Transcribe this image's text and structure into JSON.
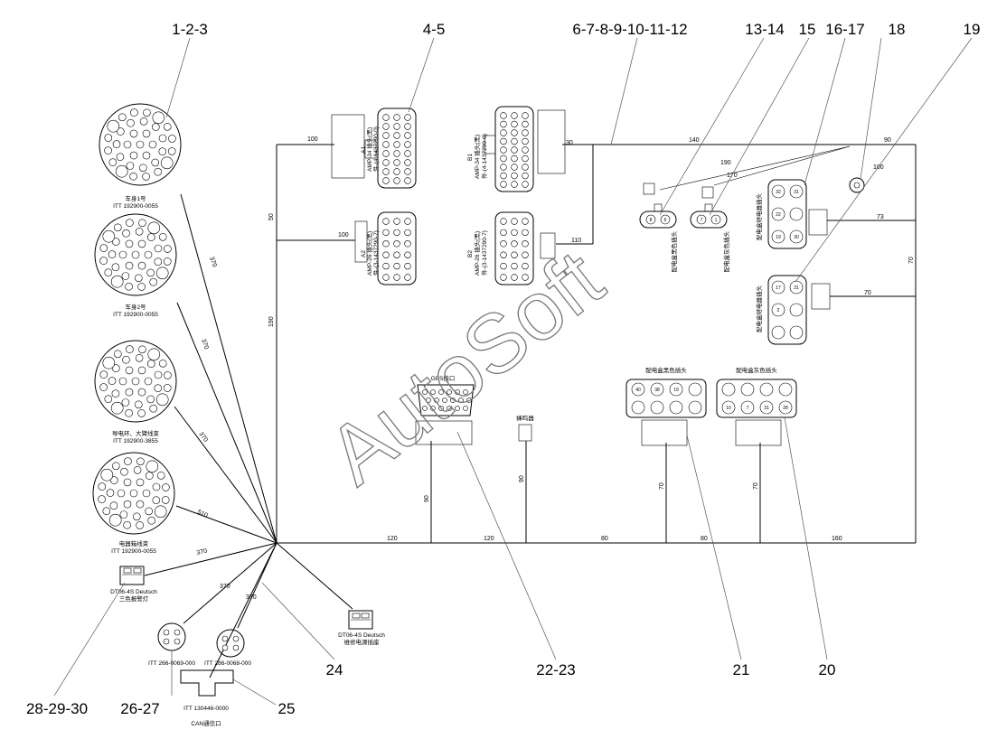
{
  "callouts": {
    "c1": "1-2-3",
    "c2": "4-5",
    "c3": "6-7-8-9-10-11-12",
    "c4": "13-14",
    "c5": "15",
    "c6": "16-17",
    "c7": "18",
    "c8": "19",
    "c9": "20",
    "c10": "21",
    "c11": "22-23",
    "c12": "24",
    "c13": "25",
    "c14": "26-27",
    "c15": "28-29-30"
  },
  "dims": {
    "d100a": "100",
    "d100b": "100",
    "d50": "50",
    "d190": "190",
    "d140": "140",
    "d90a": "90",
    "d190b": "190",
    "d170": "170",
    "d100c": "100",
    "d110": "110",
    "d73": "73",
    "d70a": "70",
    "d70b": "70",
    "d120a": "120",
    "d120b": "120",
    "d80a": "80",
    "d80b": "80",
    "d160": "160",
    "d90b": "90",
    "d90c": "90",
    "d70c": "70",
    "d70d": "70",
    "d370a": "370",
    "d370b": "370",
    "d370c": "370",
    "d510": "510",
    "d370d": "370",
    "d370e": "370",
    "d370f": "370",
    "d30": "30"
  },
  "labels": {
    "round1_name": "车身1号",
    "round1_pn": "ITT 192900-0055",
    "round2_name": "车身2号",
    "round2_pn": "ITT 192900-0055",
    "round3_name": "导电环、大臂线束",
    "round3_pn": "ITT 192900-3855",
    "round4_name": "电器箱线束",
    "round4_pn": "ITT 192900-0055",
    "dt1_pn": "DT06-4S Deutsch",
    "dt1_name": "三色报警灯",
    "dt2_pn": "DT06-4S Deutsch",
    "dt2_name": "维修电源插座",
    "itt26": "ITT 266-0069-000",
    "itt27": "ITT 286-0068-000",
    "itt25": "ITT 130446-0000",
    "can": "CAN通信口",
    "a1": "A1",
    "a1_t": "AMP-34 插头(黑)",
    "a1_pn": "件-(4-1437290-0)",
    "a2": "A2",
    "a2_t": "AMP-26 插头(黑)",
    "a2_pn": "件-(3-1437290-7)",
    "b1": "B1",
    "b1_t": "AMP-34 插头(黑)",
    "b1_pn": "件-(4-1437290-0)",
    "b2": "B2",
    "b2_t": "AMP-26 插头(黑)",
    "b2_pn": "件-(3-1437290-7)",
    "gps": "GPS接口",
    "buzzer": "蜂鸣器",
    "pdb_black": "配电盒黑色插头",
    "pdb_grey": "配电盒灰色插头",
    "pdb_black2": "配电盒黑色插头",
    "pdb_grey2": "配电盒灰色插头",
    "relay1": "配电盒继电器插头",
    "relay2": "配电盒继电器插头"
  },
  "pins": {
    "pdb1": [
      "8",
      "6"
    ],
    "pdb2": [
      "7",
      "1"
    ],
    "relay1": [
      "32",
      "31",
      "22",
      "",
      "19",
      "30"
    ],
    "relay2": [
      "17",
      "31",
      "2",
      "",
      "",
      ""
    ],
    "black_plug": [
      "40",
      "38",
      "19",
      "",
      "",
      "",
      "",
      ""
    ],
    "grey_plug": [
      "",
      "",
      "",
      "",
      "10",
      "7",
      "31",
      "28"
    ]
  },
  "watermark": "AutoSoft",
  "colors": {
    "line": "#000000",
    "leader": "#555555",
    "watermark": "#777777"
  }
}
